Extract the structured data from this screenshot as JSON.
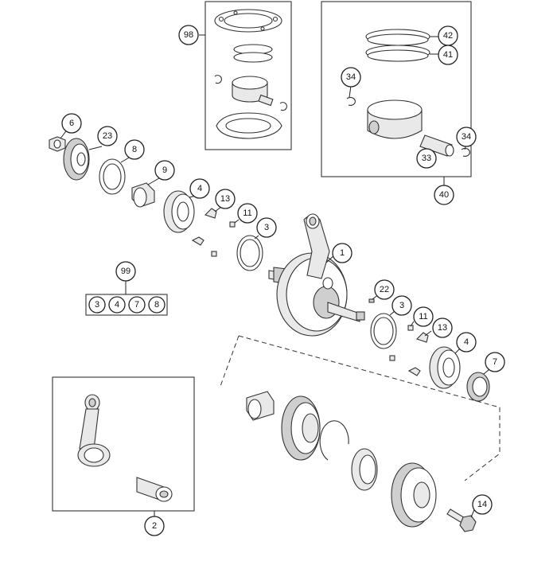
{
  "diagram": {
    "callouts": {
      "c1": "1",
      "c2": "2",
      "c3a": "3",
      "c3b": "3",
      "c4a": "4",
      "c4b": "4",
      "c6": "6",
      "c7": "7",
      "c8": "8",
      "c9": "9",
      "c11a": "11",
      "c11b": "11",
      "c13a": "13",
      "c13b": "13",
      "c14": "14",
      "c22": "22",
      "c23": "23",
      "c33": "33",
      "c34a": "34",
      "c34b": "34",
      "c40": "40",
      "c41": "41",
      "c42": "42",
      "c98": "98",
      "c99": "99"
    },
    "kit_99_contents": [
      "3",
      "4",
      "7",
      "8"
    ]
  }
}
